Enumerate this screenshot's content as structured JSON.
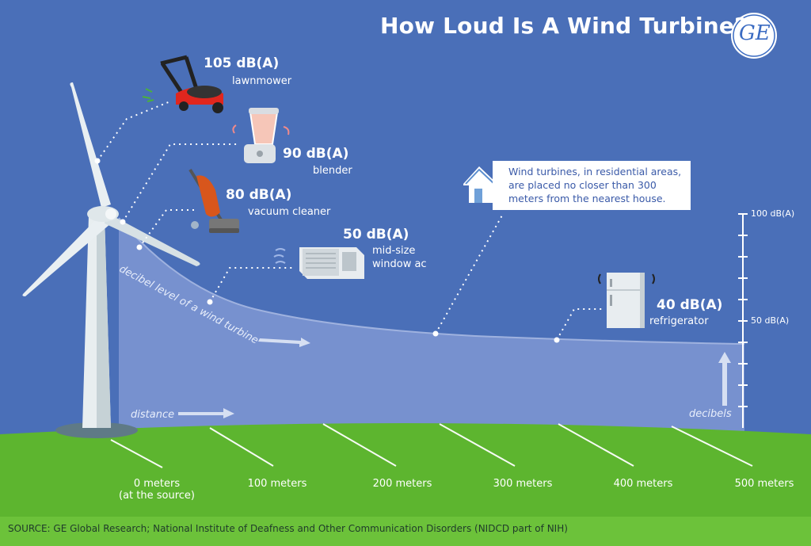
{
  "title": "How Loud Is A Wind Turbine?",
  "logo_text": "GE",
  "sources": [
    {
      "level": "105 dB(A)",
      "name": "lawnmower"
    },
    {
      "level": "90 dB(A)",
      "name": "blender"
    },
    {
      "level": "80 dB(A)",
      "name": "vacuum cleaner"
    },
    {
      "level": "50 dB(A)",
      "name_line1": "mid-size",
      "name_line2": "window ac"
    },
    {
      "level": "40 dB(A)",
      "name": "refrigerator"
    }
  ],
  "note": "Wind turbines, in residential areas, are placed no closer than 300 meters from the nearest house.",
  "curve_label": "decibel level of a wind turbine",
  "distance_label": "distance",
  "decibels_label": "decibels",
  "axis": {
    "top": "100 dB(A)",
    "mid": "50 dB(A)"
  },
  "distances": [
    {
      "line1": "0 meters",
      "line2": "(at the source)"
    },
    {
      "line1": "100 meters"
    },
    {
      "line1": "200 meters"
    },
    {
      "line1": "300 meters"
    },
    {
      "line1": "400 meters"
    },
    {
      "line1": "500 meters"
    }
  ],
  "source_text": "SOURCE: GE Global Research; National Institute of Deafness and Other Communication Disorders (NIDCD part of NIH)",
  "colors": {
    "sky": "#4a6fb8",
    "grass": "#5db52f",
    "band": "#7f98d2"
  }
}
